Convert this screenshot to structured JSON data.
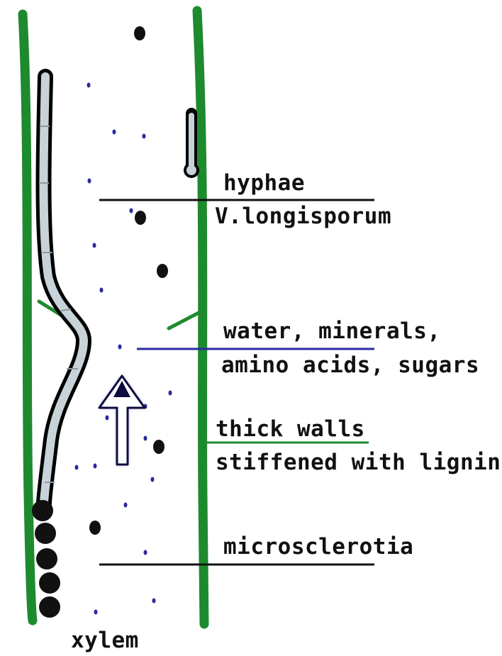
{
  "labels": {
    "hyphae": "hyphae",
    "species": "V.longisporum",
    "water_line1": "water, minerals,",
    "water_line2": "amino acids, sugars",
    "walls_line1": "thick walls",
    "walls_line2": "stiffened with lignin",
    "microsclerotia": "microsclerotia",
    "xylem": "xylem"
  },
  "colors": {
    "wall_green": "#1e8a2e",
    "water_blue": "#2a2aa0",
    "hypha_fill": "#c7d3d8",
    "pointer_black": "#111111",
    "arrow_fill": "#ffffff",
    "arrow_outline": "#0c0c40"
  },
  "icons": {
    "flow_arrow": "up-arrow-icon"
  }
}
